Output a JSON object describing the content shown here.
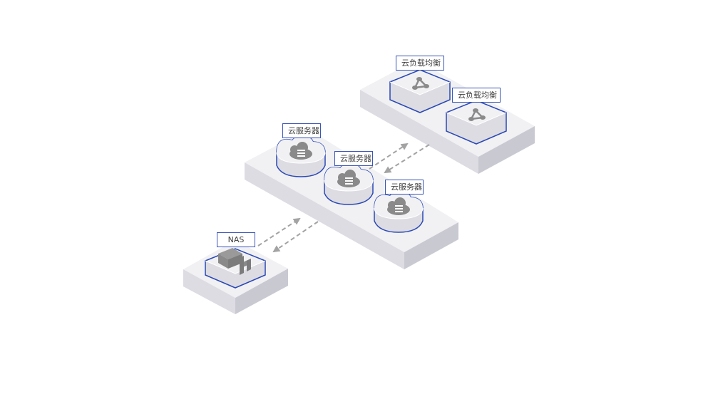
{
  "diagram": {
    "nodes": {
      "lb_top": {
        "label": "云负载均衡",
        "icon": "load-balancer-icon"
      },
      "lb_bottom": {
        "label": "云负载均衡",
        "icon": "load-balancer-icon"
      },
      "server_1": {
        "label": "云服务器",
        "icon": "cloud-server-icon"
      },
      "server_2": {
        "label": "云服务器",
        "icon": "cloud-server-icon"
      },
      "server_3": {
        "label": "云服务器",
        "icon": "cloud-server-icon"
      },
      "nas": {
        "label": "NAS",
        "icon": "nas-storage-icon"
      }
    },
    "links": [
      {
        "from": "server_tier",
        "to": "load_balancer_tier",
        "style": "dashed-bidirectional"
      },
      {
        "from": "storage_tier",
        "to": "server_tier",
        "style": "dashed-bidirectional"
      }
    ]
  },
  "colors": {
    "platform_top": "#f1f1f4",
    "platform_left": "#dcdce2",
    "platform_right": "#c9c9d2",
    "outline": "#2a48b5",
    "icon": "#8a8a8a",
    "arrow": "#a3a3a3",
    "label_text": "#404040"
  }
}
